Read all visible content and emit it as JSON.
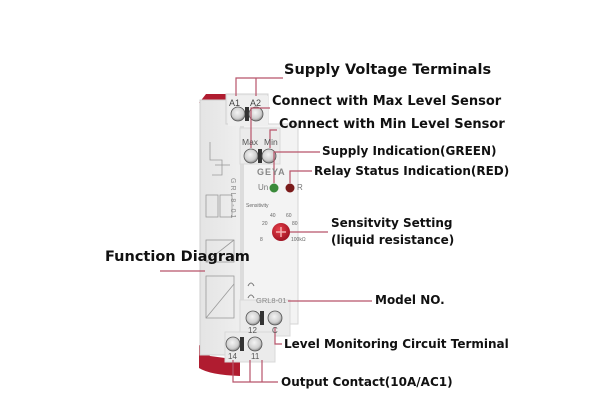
{
  "device": {
    "brand": "GEYA",
    "model_side": "GRL8-01",
    "model_front": "GRL8-01",
    "top_terminals": [
      "A1",
      "A2"
    ],
    "sensor_terminals": [
      "Max",
      "Min"
    ],
    "led_labels": {
      "supply": "Un",
      "relay": "R"
    },
    "dial": {
      "title": "Sensitivity",
      "scale": [
        "8",
        "20",
        "40",
        "60",
        "80",
        "100kΩ"
      ],
      "color": "#c0202c"
    },
    "bottom_terminals_upper": [
      "12",
      "C"
    ],
    "bottom_terminals_lower": [
      "14",
      "11"
    ],
    "led_colors": {
      "green": "#3a8a3a",
      "red": "#7a1a1a"
    },
    "clip_color": "#b01c30"
  },
  "annotations": {
    "supply_voltage": "Supply Voltage Terminals",
    "max_sensor": "Connect with Max Level Sensor",
    "min_sensor": "Connect with Min Level Sensor",
    "supply_indication": "Supply Indication(GREEN)",
    "relay_status": "Relay Status Indication(RED)",
    "sensitivity_1": "Sensitvity Setting",
    "sensitivity_2": "(liquid resistance)",
    "function_diagram": "Function Diagram",
    "model_no": "Model NO.",
    "level_monitoring": "Level Monitoring Circuit Terminal",
    "output_contact": "Output Contact(10A/AC1)"
  },
  "line_color": "#b8546a"
}
